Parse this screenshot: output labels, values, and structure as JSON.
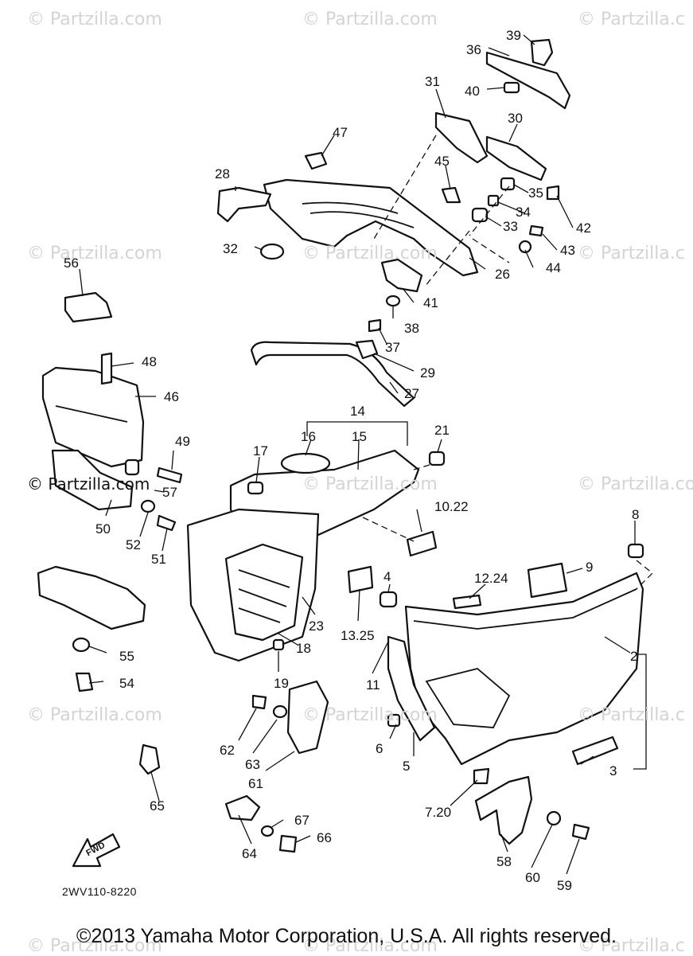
{
  "watermarks": [
    "© Partzilla.com",
    "© Partzilla.com",
    "© Partzilla.c",
    "© Partzilla.com",
    "© Partzilla.com",
    "© Partzilla.c",
    "© Partzilla.com",
    "© Partzilla.com",
    "© Partzilla.com",
    "© Partzilla.com",
    "© Partzilla.c",
    "© Partzilla.com",
    "© Partzilla.com",
    "© Partzilla.c"
  ],
  "callouts": [
    "39",
    "36",
    "40",
    "31",
    "30",
    "47",
    "45",
    "35",
    "28",
    "34",
    "42",
    "33",
    "43",
    "32",
    "44",
    "26",
    "56",
    "41",
    "38",
    "37",
    "29",
    "48",
    "27",
    "46",
    "14",
    "16",
    "15",
    "21",
    "17",
    "49",
    "10.22",
    "57",
    "50",
    "52",
    "51",
    "8",
    "9",
    "4",
    "12.24",
    "23",
    "18",
    "13.25",
    "2",
    "55",
    "11",
    "19",
    "54",
    "62",
    "6",
    "63",
    "5",
    "61",
    "3",
    "65",
    "7.20",
    "67",
    "66",
    "64",
    "58",
    "60",
    "59"
  ],
  "diagram_code": "2WV110-8220",
  "fwd_label": "FWD",
  "copyright": "©2013 Yamaha Motor Corporation, U.S.A. All rights reserved."
}
